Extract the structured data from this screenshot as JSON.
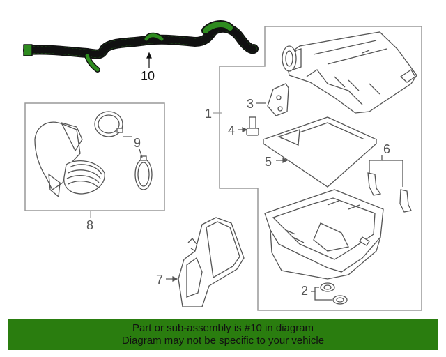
{
  "callouts": {
    "c1": "1",
    "c2": "2",
    "c3": "3",
    "c4": "4",
    "c5": "5",
    "c6": "6",
    "c7": "7",
    "c8": "8",
    "c9": "9",
    "c10": "10"
  },
  "banner": {
    "line1": "Part or sub-assembly is #10 in diagram",
    "line2": "Diagram may not be specific to your vehicle"
  },
  "colors": {
    "banner_bg": "#2a7d0f",
    "highlight_part": "#2e8b1f",
    "line_art": "#555555"
  }
}
